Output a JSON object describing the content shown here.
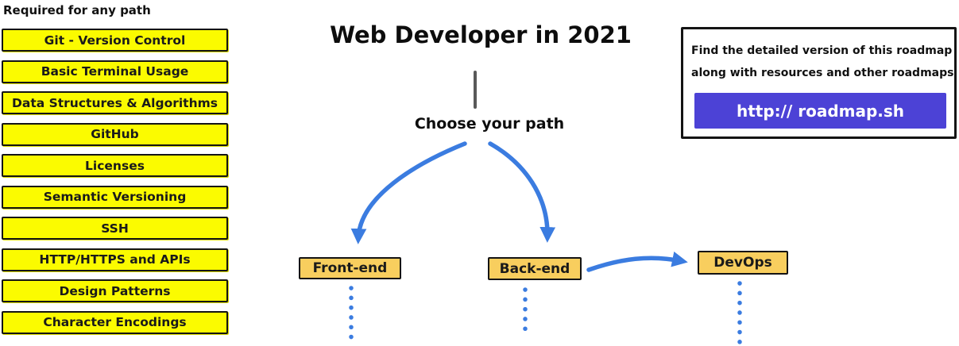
{
  "required_section": {
    "heading": "Required for any path",
    "items": [
      "Git - Version Control",
      "Basic Terminal Usage",
      "Data Structures & Algorithms",
      "GitHub",
      "Licenses",
      "Semantic Versioning",
      "SSH",
      "HTTP/HTTPS and APIs",
      "Design Patterns",
      "Character Encodings"
    ]
  },
  "main": {
    "title": "Web Developer in 2021",
    "choose_label": "Choose your path",
    "paths": [
      "Front-end",
      "Back-end",
      "DevOps"
    ]
  },
  "info_box": {
    "line1": "Find the detailed version of this roadmap",
    "line2": "along with resources and other roadmaps",
    "button_label": "http:// roadmap.sh"
  },
  "colors": {
    "required_node_fill": "#FBFB00",
    "path_node_fill": "#F8CE5E",
    "arrow_blue": "#3B7CE0",
    "button_purple": "#4C42D6",
    "stem_gray": "#595959",
    "border_black": "#141414"
  }
}
